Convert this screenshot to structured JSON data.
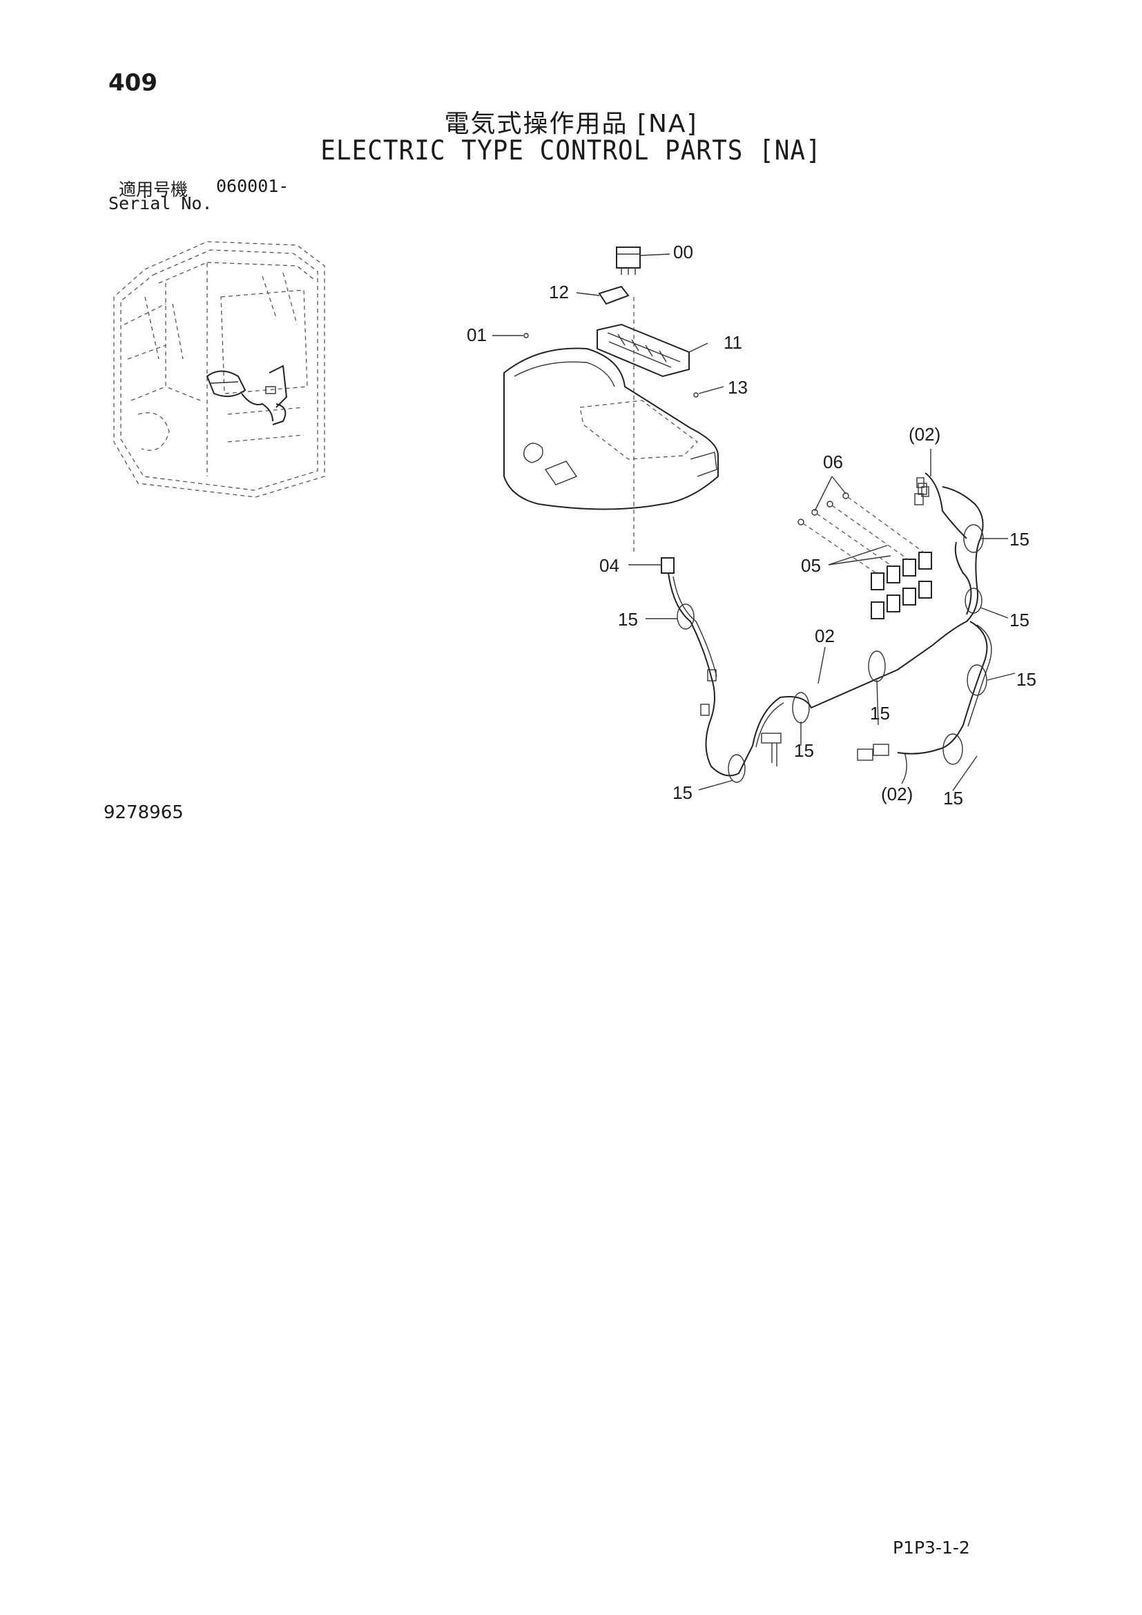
{
  "header": {
    "page_number": "409",
    "title_jp": "電気式操作用品 [NA]",
    "title_en": "ELECTRIC TYPE CONTROL PARTS [NA]"
  },
  "serial": {
    "label_jp": "適用号機",
    "code": "060001-",
    "label_en": "Serial No."
  },
  "callouts": {
    "c00": "00",
    "c12": "12",
    "c01": "01",
    "c11": "11",
    "c13": "13",
    "c02_top": "(02)",
    "c06": "06",
    "c15_a": "15",
    "c05": "05",
    "c04": "04",
    "c15_b": "15",
    "c15_c": "15",
    "c02": "02",
    "c15_d": "15",
    "c15_e": "15",
    "c15_f": "15",
    "c15_g": "15",
    "c02_bottom": "(02)",
    "c15_h": "15"
  },
  "footer": {
    "drawing_no": "9278965",
    "sheet_ref": "P1P3-1-2"
  }
}
